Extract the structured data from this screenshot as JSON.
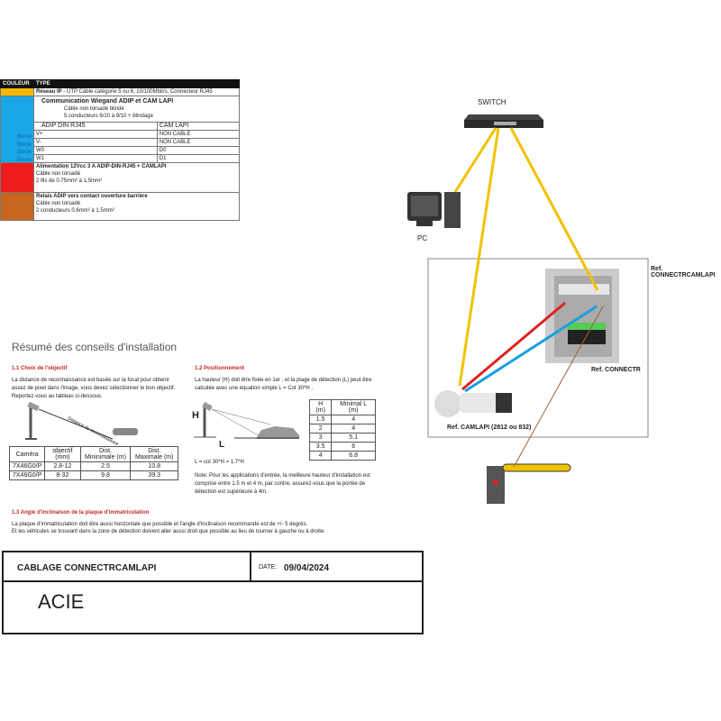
{
  "legend": {
    "headers": {
      "color": "COULEUR",
      "type": "TYPE"
    },
    "colors": {
      "ip": "#f5b800",
      "wiegand": "#1aa7e8",
      "power": "#ee1c1c",
      "relay": "#c8651e"
    },
    "ip": {
      "title": "Réseau IP",
      "text": " - UTP Câble catégorie 5 ou 6, 10/100Mbit/s. Connecteur RJ45"
    },
    "wiegand": {
      "title": "Communication Wiegand  ADIP et CAM LAPI",
      "line1": "Câble non torsadé blindé",
      "line2": "5 conducteurs 6/10 à 9/10 + blindage",
      "col1": "ADIP DIN RJ45",
      "col2": "CAM LAPI",
      "rows": [
        {
          "borne": "Borne",
          "a": "V+",
          "b": "NON CABLE"
        },
        {
          "borne": "Borne",
          "a": "V-",
          "b": "NON CABLE"
        },
        {
          "borne": "Borne",
          "a": "W0",
          "b": "D0"
        },
        {
          "borne": "Borne",
          "a": "W1",
          "b": "D1"
        }
      ]
    },
    "power": {
      "title": "Alimentation 12Vcc 3 A  ADIP-DIN-RJ45 + CAMLAPI",
      "line1": "Câble non torsadé",
      "line2": "2 fils de 0.75mm² à 1,5mm²"
    },
    "relay": {
      "title": "Relais  ADIP   vers contact ouverture barrière",
      "line1": "Câble non torsadé",
      "line2": "2 conducteurs 0.6mm² à 1.5mm²"
    }
  },
  "advice": {
    "title": "Résumé des conseils d'installation",
    "s1": {
      "heading": "1.1 Choix de l'objectif",
      "text": "La distance de reconnaissance est basée sur la focal pour obtenir assez de pixel dans l'image, vous devez sélectionner le bon objectif. Reportez-vous au tableau ci-dessous.",
      "diagram_label": "Distance de reconnaissance",
      "headers": [
        "Caméra",
        "objectif (mm)",
        "Dist. Mininimale (m)",
        "Dist. Maximale (m)"
      ],
      "rows": [
        [
          "7X46G0/P",
          "2.8-12",
          "2.5",
          "10.8"
        ],
        [
          "7X46G0/P",
          "8-32",
          "9.8",
          "39.3"
        ]
      ]
    },
    "s2": {
      "heading": "1.2 Positionnement",
      "text": "La hauteur (H) doit être fixée en 1er , et la plage de détection (L) peut être calculée avec une équation simple L = Cot 30*H .",
      "h_label": "H",
      "l_label": "L",
      "formula": "L = cot 30*H = 1.7*H",
      "headers": [
        "H (m)",
        "Minimal L (m)"
      ],
      "rows": [
        [
          "1.5",
          "4"
        ],
        [
          "2",
          "4"
        ],
        [
          "3",
          "5.1"
        ],
        [
          "3.5",
          "6"
        ],
        [
          "4",
          "6.8"
        ]
      ],
      "note": "Note: Pour les applications d'entrée, la meilleure hauteur d'installation  est comprise entre 1.5 m et 4 m, par contre, assurez-vous que la portée de détection est supérieure à 4m."
    },
    "s3": {
      "heading": "1.3 Angle d'inclinaison de la plaque d'immatriculation",
      "line1": "La plaque d'immatriculation doit être aussi horizontale que possible et l'angle d'inclinaison recommandé est de +/- 5 degrés.",
      "line2": "Et les véhicules se trouvant dans la zone de détection doivent aller aussi droit que possible au lieu de tourner à gauche ou à droite."
    }
  },
  "titleblock": {
    "title": "CABLAGE CONNECTRCAMLAPI",
    "date_label": "DATE:",
    "date": "09/04/2024",
    "company": "ACIE"
  },
  "diagram": {
    "switch": "SWITCH",
    "pc": "PC",
    "kit_ref": "Ref. CONNECTRCAMLAPI",
    "cabinet_ref": "Ref.  CONNECTR",
    "camera_ref": "Ref.  CAMLAPI (2812 ou 832)"
  }
}
